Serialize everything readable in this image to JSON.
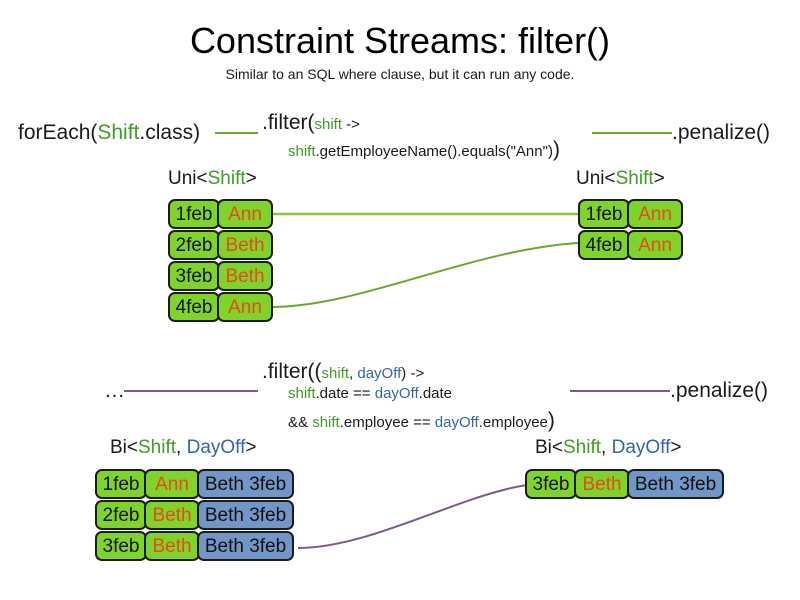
{
  "header": {
    "title": "Constraint Streams: filter()",
    "subtitle": "Similar to an SQL where clause, but it can run any code."
  },
  "colors": {
    "green_fill": "#80d32a",
    "blue_fill": "#7296c8",
    "name_text": "#e8491d",
    "green_keyword": "#3f9c24",
    "blue_keyword": "#3465a4",
    "green_wire": "#6aaa2e",
    "purple_wire": "#7d5a8c",
    "border": "#1b1b1b"
  },
  "uni_row": {
    "source_call": {
      "prefix": "forEach(",
      "type": "Shift",
      "suffix": ".class)"
    },
    "filter": {
      "line1_head": ".filter(",
      "line1_param": "shift",
      "line1_arrow": " ->",
      "line2_var": "shift",
      "line2_body": ".getEmployeeName().equals(\"Ann\")",
      "line2_close": ")"
    },
    "sink_call": ".penalize()",
    "left_label": {
      "prefix": "Uni<",
      "type": "Shift",
      "suffix": ">"
    },
    "right_label": {
      "prefix": "Uni<",
      "type": "Shift",
      "suffix": ">"
    },
    "left_rows": [
      {
        "date": "1feb",
        "name": "Ann"
      },
      {
        "date": "2feb",
        "name": "Beth"
      },
      {
        "date": "3feb",
        "name": "Beth"
      },
      {
        "date": "4feb",
        "name": "Ann"
      }
    ],
    "right_rows": [
      {
        "date": "1feb",
        "name": "Ann"
      },
      {
        "date": "4feb",
        "name": "Ann"
      }
    ]
  },
  "bi_row": {
    "source_call": "…",
    "filter": {
      "line1_head": ".filter((",
      "line1_param_a": "shift",
      "line1_comma": ", ",
      "line1_param_b": "dayOff",
      "line1_arrow": ") ->",
      "line2_a": "shift",
      "line2_mid": ".date == ",
      "line2_b": "dayOff",
      "line2_end": ".date",
      "line3_pre": "&& ",
      "line3_a": "shift",
      "line3_mid": ".employee == ",
      "line3_b": "dayOff",
      "line3_end": ".employee",
      "line3_close": ")"
    },
    "sink_call": ".penalize()",
    "left_label": {
      "prefix": "Bi<",
      "type_a": "Shift",
      "comma": ", ",
      "type_b": "DayOff",
      "suffix": ">"
    },
    "right_label": {
      "prefix": "Bi<",
      "type_a": "Shift",
      "comma": ", ",
      "type_b": "DayOff",
      "suffix": ">"
    },
    "left_rows": [
      {
        "date": "1feb",
        "name": "Ann",
        "dayoff": "Beth 3feb"
      },
      {
        "date": "2feb",
        "name": "Beth",
        "dayoff": "Beth 3feb"
      },
      {
        "date": "3feb",
        "name": "Beth",
        "dayoff": "Beth 3feb"
      }
    ],
    "right_rows": [
      {
        "date": "3feb",
        "name": "Beth",
        "dayoff": "Beth 3feb"
      }
    ]
  }
}
